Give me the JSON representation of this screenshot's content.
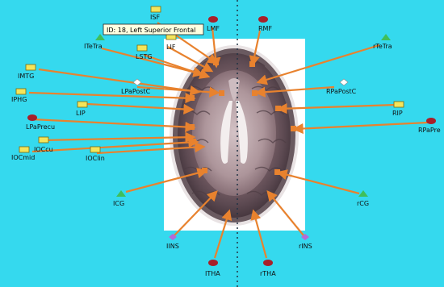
{
  "tooltip": {
    "text": "ID: 18, Left Superior Frontal"
  },
  "colors": {
    "background": "#35d9ee",
    "connection": "#e8822e",
    "node_red": "#a8202a",
    "node_yellow": "#f4e55a",
    "node_green": "#3fbf5a",
    "node_white": "#ffffff",
    "node_purple": "#b46cd8",
    "midline": "#223344"
  },
  "nodes": [
    {
      "id": "ISF",
      "label": "ISF",
      "shape": "yellow-rect"
    },
    {
      "id": "LMF",
      "label": "LMF",
      "shape": "red-ellipse"
    },
    {
      "id": "RMF",
      "label": "RMF",
      "shape": "red-ellipse"
    },
    {
      "id": "LIF",
      "label": "LIF",
      "shape": "yellow-rect"
    },
    {
      "id": "LSTG",
      "label": "LSTG",
      "shape": "yellow-rect"
    },
    {
      "id": "ITeTra",
      "label": "ITeTra",
      "shape": "green-triangle"
    },
    {
      "id": "rTeTra",
      "label": "rTeTra",
      "shape": "green-triangle"
    },
    {
      "id": "IMTG",
      "label": "IMTG",
      "shape": "yellow-rect"
    },
    {
      "id": "LPaPostC",
      "label": "LPaPostC",
      "shape": "white-diamond"
    },
    {
      "id": "RPaPostC",
      "label": "RPaPostC",
      "shape": "white-diamond"
    },
    {
      "id": "IPHG",
      "label": "IPHG",
      "shape": "yellow-rect"
    },
    {
      "id": "LIP",
      "label": "LIP",
      "shape": "yellow-rect"
    },
    {
      "id": "RIP",
      "label": "RIP",
      "shape": "yellow-rect"
    },
    {
      "id": "LPaPrecu",
      "label": "LPaPrecu",
      "shape": "red-ellipse"
    },
    {
      "id": "RPaPre",
      "label": "RPaPre",
      "shape": "red-ellipse"
    },
    {
      "id": "IOCcu",
      "label": "IOCcu",
      "shape": "yellow-rect"
    },
    {
      "id": "IOCmid",
      "label": "IOCmid",
      "shape": "yellow-rect"
    },
    {
      "id": "IOClin",
      "label": "IOClin",
      "shape": "yellow-rect"
    },
    {
      "id": "ICG",
      "label": "ICG",
      "shape": "green-triangle"
    },
    {
      "id": "rCG",
      "label": "rCG",
      "shape": "green-triangle"
    },
    {
      "id": "IINS",
      "label": "IINS",
      "shape": "purple-diamond"
    },
    {
      "id": "rINS",
      "label": "rINS",
      "shape": "purple-diamond"
    },
    {
      "id": "ITHA",
      "label": "ITHA",
      "shape": "red-ellipse"
    },
    {
      "id": "rTHA",
      "label": "rTHA",
      "shape": "red-ellipse"
    }
  ]
}
